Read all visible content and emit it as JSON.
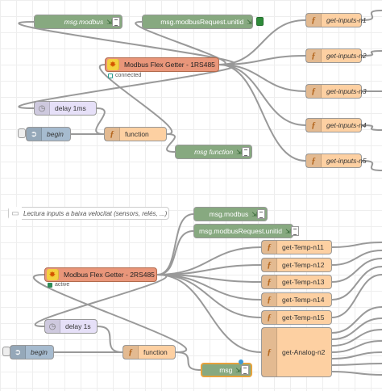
{
  "colors": {
    "function": "#fdd0a2",
    "debug": "#87a980",
    "modbus": "#e9967a",
    "delay": "#e6e0f8",
    "inject": "#a6bbcf",
    "wire": "#999999",
    "status_connected": "#2a9d8f",
    "status_active": "#2e8b57"
  },
  "flow1": {
    "debug_msg_modbus": "msg.modbus",
    "debug_msg_modbus_request_unitid": "msg.modbusRequest.unitid",
    "modbus_getter": "Modbus Flex Getter - 1RS485",
    "modbus_status": "connected",
    "delay": "delay 1ms",
    "inject": "begin",
    "function": "function",
    "debug_msg_function": "msg function",
    "outputs": [
      "get-inputs-n1",
      "get-inputs-n2",
      "get-inputs-n3",
      "get-inputs-n4",
      "get-inputs-n5"
    ]
  },
  "flow2": {
    "comment": "Lectura inputs a baixa velocitat (sensors, relés, ...)",
    "debug_msg_modbus": "msg.modbus",
    "debug_msg_modbus_request_unitid": "msg.modbusRequest.unitid",
    "modbus_getter": "Modbus Flex Getter - 2RS485",
    "modbus_status": "active",
    "delay": "delay 1s",
    "inject": "begin",
    "function": "function",
    "debug_msg": "msg",
    "outputs": [
      "get-Temp-n11",
      "get-Temp-n12",
      "get-Temp-n13",
      "get-Temp-n14",
      "get-Temp-n15"
    ],
    "analog": "get-Analog-n2"
  },
  "icons": {
    "function": "function-icon",
    "debug": "debug-list-icon",
    "modbus": "modbus-icon",
    "delay": "clock-icon",
    "inject": "inject-arrow-icon",
    "comment": "comment-icon"
  }
}
